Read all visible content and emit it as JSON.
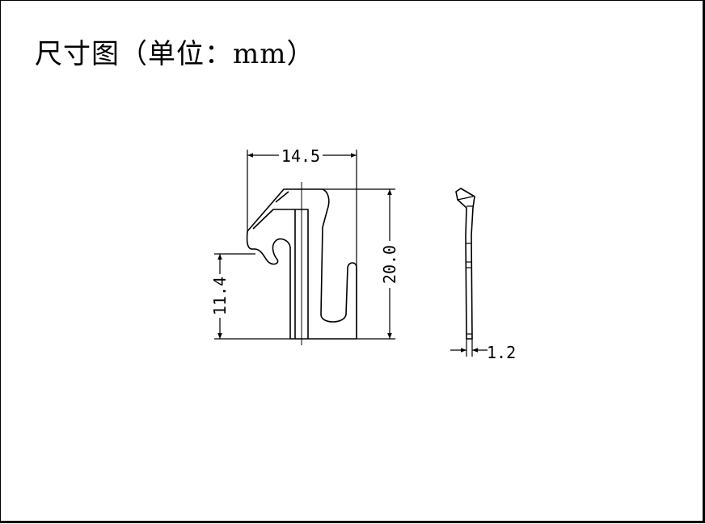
{
  "title": "尺寸图（单位：mm）",
  "dimensions": {
    "width": "14.5",
    "height": "20.0",
    "hook_height": "11.4",
    "thickness": "1.2"
  }
}
